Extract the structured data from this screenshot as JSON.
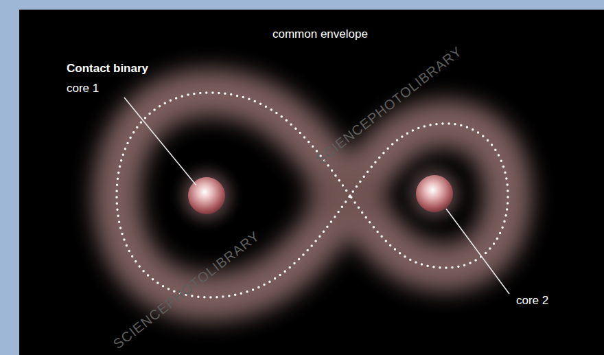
{
  "diagram": {
    "title": "Contact binary",
    "labels": [
      "core 1",
      "common envelope",
      "core 2",
      "SCIENCEPHOTOLIBRARY",
      "SCIENCEPHOTOLIBRARY"
    ]
  }
}
